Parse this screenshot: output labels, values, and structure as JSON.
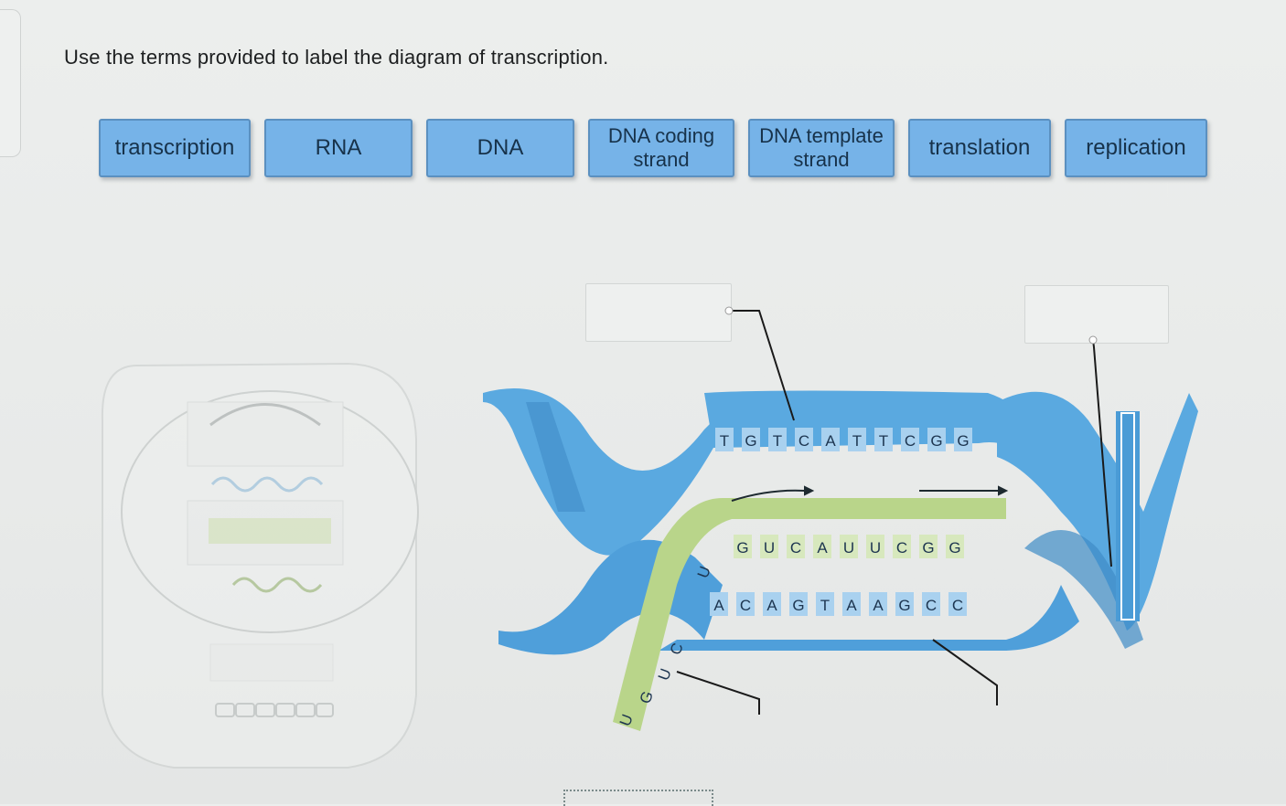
{
  "prompt": "Use the terms provided to label the diagram of transcription.",
  "terms": [
    {
      "label": "transcription"
    },
    {
      "label": "RNA"
    },
    {
      "label": "DNA"
    },
    {
      "label_line1": "DNA coding",
      "label_line2": "strand"
    },
    {
      "label_line1": "DNA template",
      "label_line2": "strand"
    },
    {
      "label": "translation"
    },
    {
      "label": "replication"
    }
  ],
  "diagram": {
    "coding_strand_bases": [
      "T",
      "G",
      "T",
      "C",
      "A",
      "T",
      "T",
      "C",
      "G",
      "G"
    ],
    "rna_bases": [
      "G",
      "U",
      "C",
      "A",
      "U",
      "U",
      "C",
      "G",
      "G"
    ],
    "template_strand_bases": [
      "A",
      "C",
      "A",
      "G",
      "T",
      "A",
      "A",
      "G",
      "C",
      "C"
    ],
    "rna_tail_bases": [
      "U",
      "C",
      "U",
      "G",
      "U"
    ],
    "colors": {
      "dna": "#5aa9e0",
      "dna_dark": "#3f8cc6",
      "rna": "#b9d58a",
      "term_fill": "#76b3e8"
    }
  }
}
